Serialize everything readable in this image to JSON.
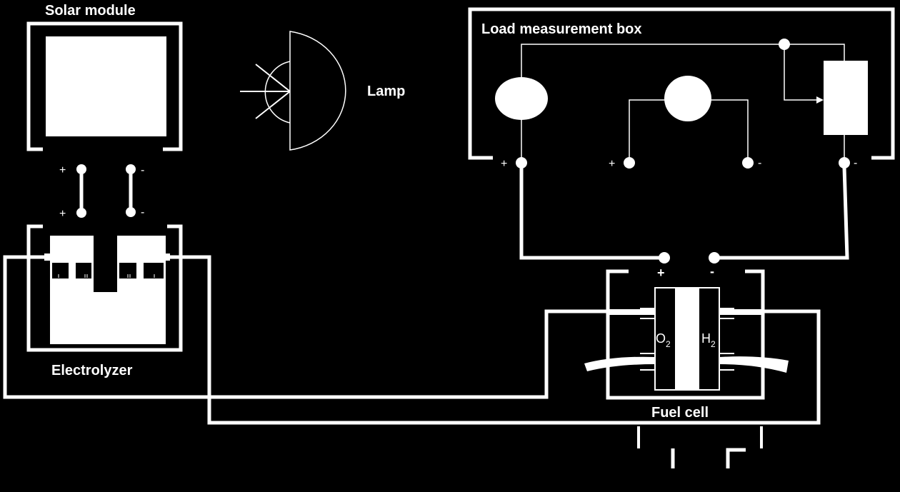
{
  "labels": {
    "solar_module": "Solar module",
    "lamp": "Lamp",
    "load_box": "Load measurement box",
    "electrolyzer": "Electrolyzer",
    "fuel_cell": "Fuel cell",
    "oxygen": "O",
    "oxygen_sub": "2",
    "hydrogen": "H",
    "hydrogen_sub": "2"
  },
  "terminals": {
    "plus": "+",
    "minus": "-"
  },
  "colors": {
    "background": "#000000",
    "foreground": "#ffffff"
  }
}
